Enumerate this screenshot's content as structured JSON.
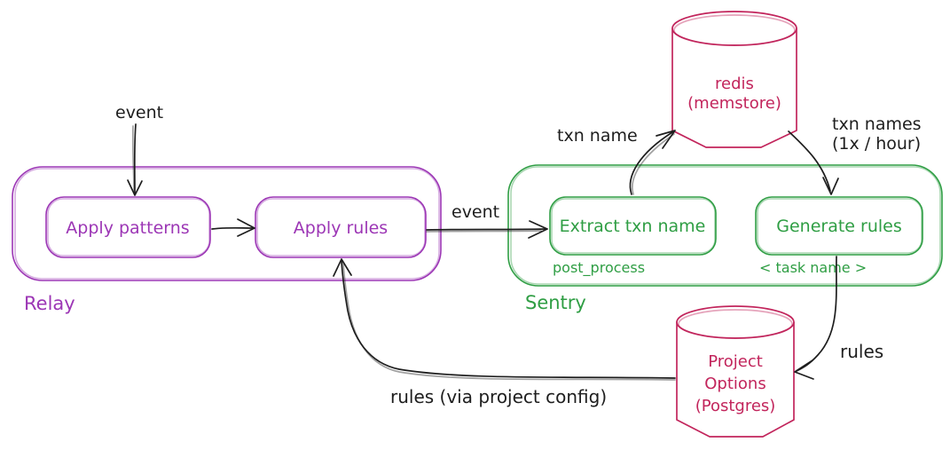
{
  "colors": {
    "purple": "#9c36b5",
    "green": "#2f9e44",
    "crimson": "#c2255c",
    "ink": "#1e1e1e"
  },
  "relay": {
    "label": "Relay",
    "apply_patterns": "Apply patterns",
    "apply_rules": "Apply rules"
  },
  "sentry": {
    "label": "Sentry",
    "extract_txn_name": "Extract txn name",
    "post_process": "post_process",
    "generate_rules": "Generate rules",
    "task_name": "< task name >"
  },
  "redis": {
    "name": "redis",
    "subtitle": "(memstore)"
  },
  "project_options": {
    "line1": "Project",
    "line2": "Options",
    "line3": "(Postgres)"
  },
  "edges": {
    "event_in": "event",
    "event_relay_to_sentry": "event",
    "txn_name": "txn name",
    "txn_names_line1": "txn names",
    "txn_names_line2": "(1x / hour)",
    "rules": "rules",
    "rules_via_project_config": "rules (via project config)"
  }
}
